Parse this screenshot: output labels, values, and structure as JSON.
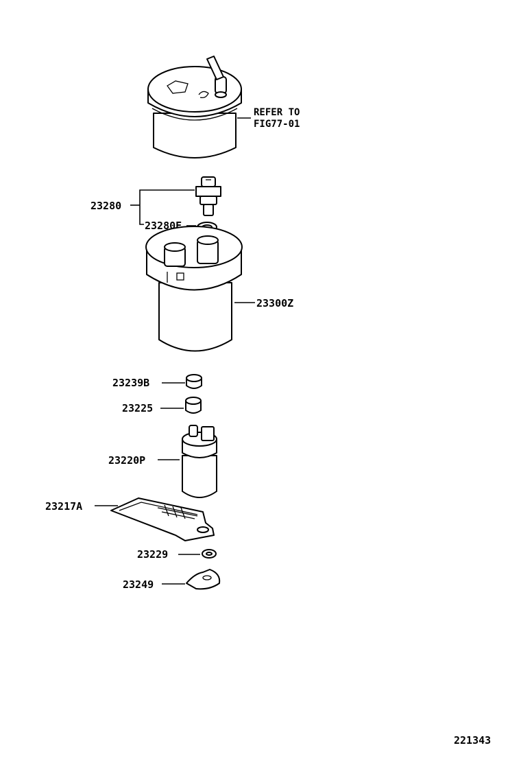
{
  "labels": {
    "refer_to_line1": "REFER TO",
    "refer_to_line2": "FIG77-01",
    "p23280": "23280",
    "p23280E": "23280E",
    "p23300Z": "23300Z",
    "p23239B": "23239B",
    "p23225": "23225",
    "p23220P": "23220P",
    "p23217A": "23217A",
    "p23229": "23229",
    "p23249": "23249",
    "figure_id": "221343"
  }
}
